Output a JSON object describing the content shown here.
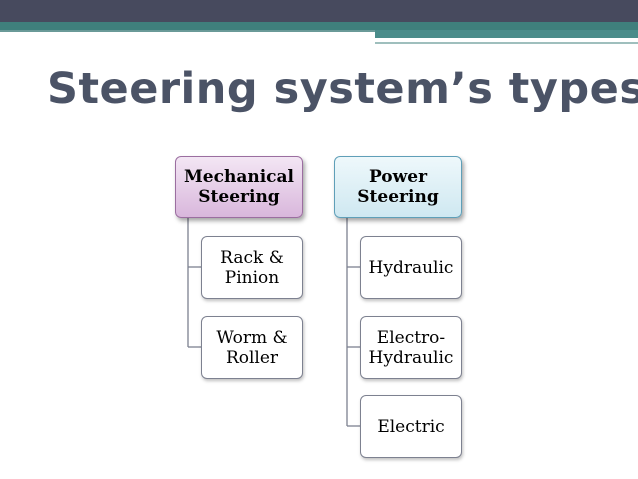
{
  "title": "Steering system’s types",
  "groups": [
    {
      "label": "Mechanical\nSteering",
      "children": [
        "Rack &\nPinion",
        "Worm &\nRoller"
      ]
    },
    {
      "label": "Power\nSteering",
      "children": [
        "Hydraulic",
        "Electro-\nHydraulic",
        "Electric"
      ]
    }
  ],
  "colors": {
    "mechanical_fill": "#e6cbe8",
    "power_fill": "#dcf0f6",
    "title_color": "#4b5366",
    "header_band": "#474a5e",
    "accent_band": "#3f7f7c"
  }
}
